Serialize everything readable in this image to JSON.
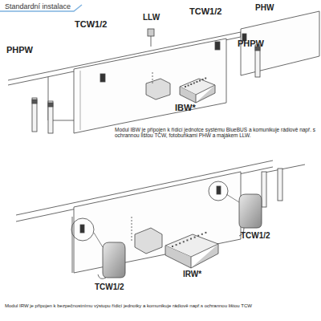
{
  "diagram": {
    "title": "Standardní instalace",
    "labels": [
      "PHPW",
      "TCW1/2",
      "LLW",
      "TCW1/2",
      "PHW",
      "PHPW",
      "IBW*",
      "Modul IBW je připojen k řídicí jednotce systému BlueBUS a komunikuje rádiově např. s ochrannou lištou TCW, fotobuňkami PHW a majákem LLW.",
      "TCW1/2",
      "IRW*",
      "TCW1/2",
      "Modul IRW je připojen k bezpečnostnímu výstupu řídicí jednotky a komunikuje rádiově např.s ochrannou lištou TCW"
    ]
  }
}
